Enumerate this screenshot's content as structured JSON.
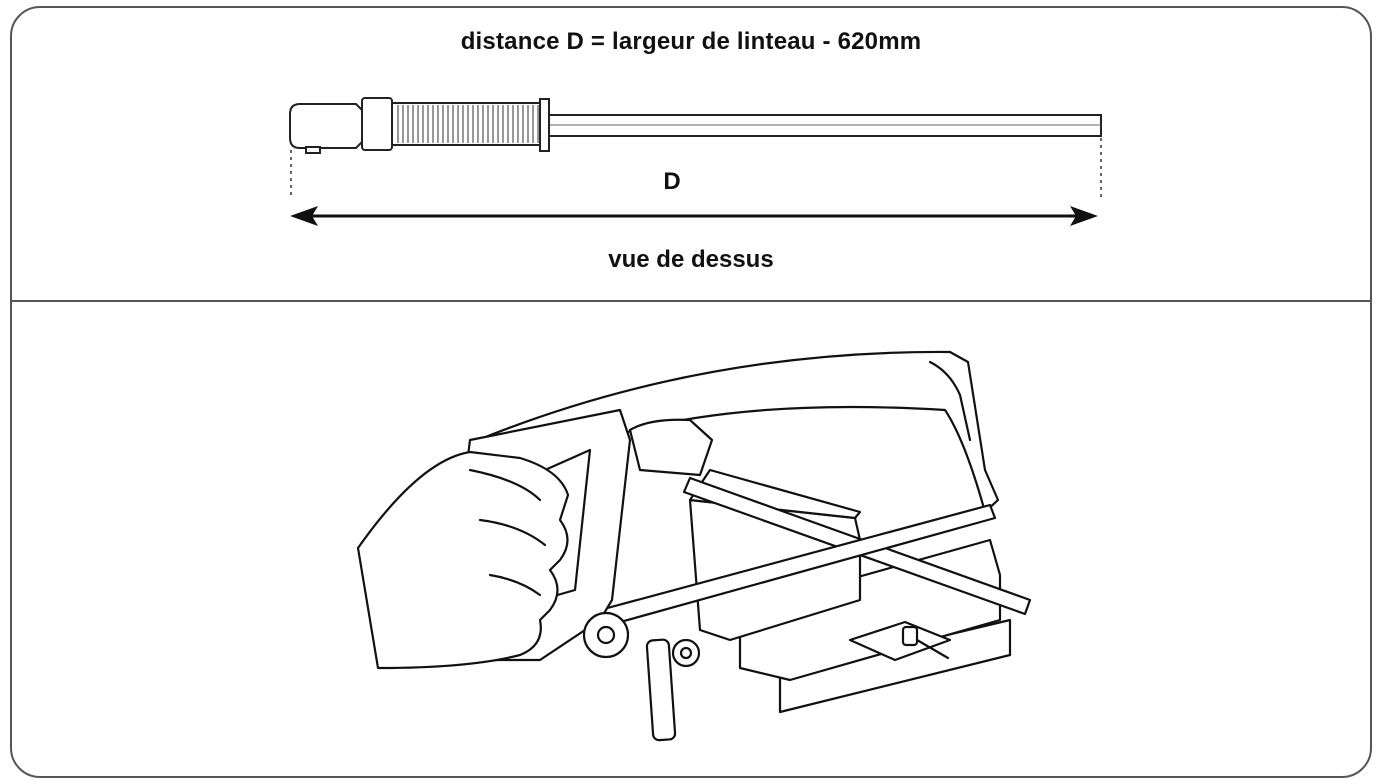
{
  "top_panel": {
    "title": "distance D = largeur de linteau - 620mm",
    "dimension_label": "D",
    "caption": "vue de dessus"
  },
  "bottom_panel": {
    "illustration": "hand-sawing-rod-in-vise"
  }
}
